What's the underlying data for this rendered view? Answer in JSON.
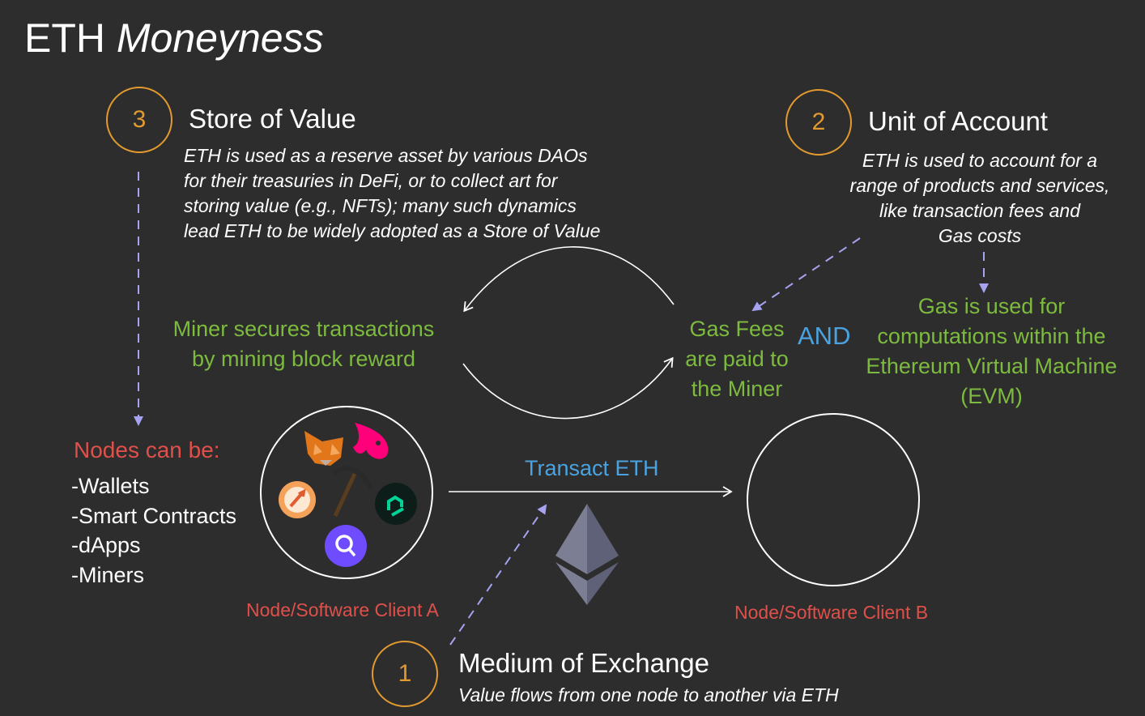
{
  "title": {
    "main": "ETH",
    "italic": "Moneyness"
  },
  "store_of_value": {
    "number": "3",
    "heading": "Store of Value",
    "lines": [
      "ETH is used as a reserve asset by various DAOs",
      "for their treasuries in DeFi, or to collect art for",
      "storing value (e.g., NFTs); many such dynamics",
      "lead ETH to be widely adopted as a Store of Value"
    ]
  },
  "unit_of_account": {
    "number": "2",
    "heading": "Unit of Account",
    "lines": [
      "ETH is used to account for a",
      "range of products and services,",
      "like transaction fees and",
      "Gas costs"
    ]
  },
  "medium_of_exchange": {
    "number": "1",
    "heading": "Medium of Exchange",
    "desc": "Value flows from one node to another via ETH"
  },
  "miner_text": [
    "Miner secures transactions",
    "by mining block reward"
  ],
  "gas_fees_text": [
    "Gas Fees",
    "are paid to",
    "the Miner"
  ],
  "and_text": "AND",
  "gas_used_text": [
    "Gas is used for",
    "computations within the",
    "Ethereum Virtual Machine",
    "(EVM)"
  ],
  "nodes": {
    "heading": "Nodes can be:",
    "items": [
      "-Wallets",
      "-Smart Contracts",
      "-dApps",
      "-Miners"
    ]
  },
  "transact_label": "Transact ETH",
  "client_a_label": "Node/Software Client A",
  "client_b_label": "Node/Software Client B",
  "colors": {
    "background": "#2d2d2d",
    "orange": "#e29a2f",
    "green": "#7dbb3f",
    "red": "#e0504a",
    "blue": "#4aa3e0",
    "dashed_arrow": "#a6a3f0"
  },
  "icons": [
    "metamask-fox-icon",
    "uniswap-unicorn-icon",
    "pickaxe-icon",
    "rocket-icon",
    "compound-icon",
    "graph-icon",
    "ethereum-logo-icon"
  ]
}
